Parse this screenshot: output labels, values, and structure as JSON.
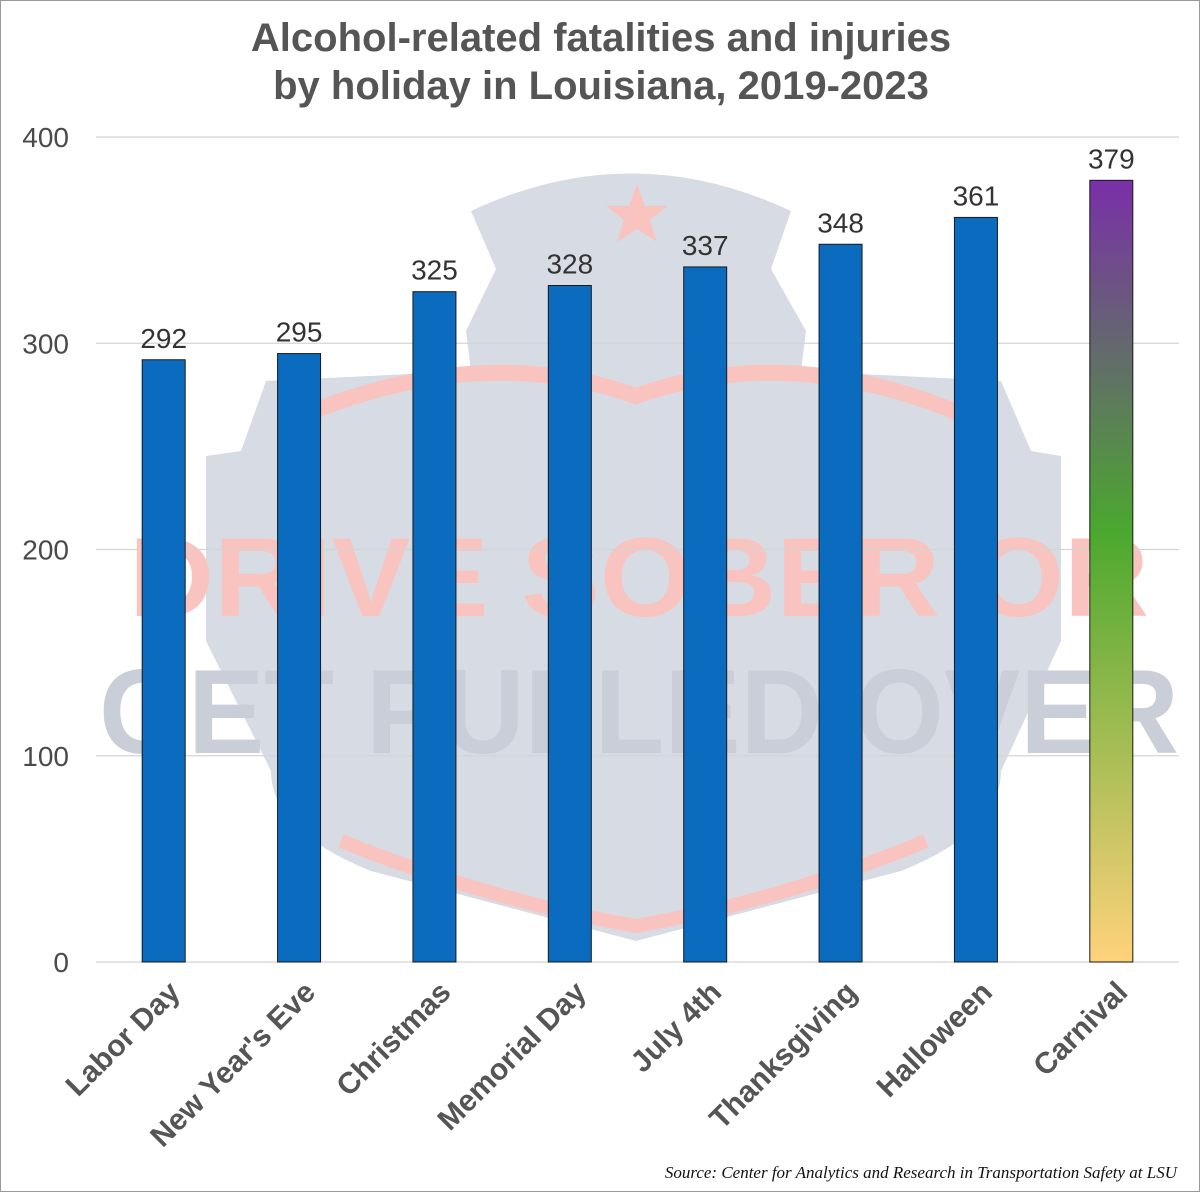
{
  "chart_data": {
    "type": "bar",
    "title": "Alcohol-related fatalities and injuries by holiday in Louisiana, 2019-2023",
    "title_lines": [
      "Alcohol-related fatalities and injuries",
      "by holiday in Louisiana, 2019-2023"
    ],
    "categories": [
      "Labor Day",
      "New Year's Eve",
      "Christmas",
      "Memorial Day",
      "July 4th",
      "Thanksgiving",
      "Halloween",
      "Carnival"
    ],
    "values": [
      292,
      295,
      325,
      328,
      337,
      348,
      361,
      379
    ],
    "data_labels": [
      "292",
      "295",
      "325",
      "328",
      "337",
      "348",
      "361",
      "379"
    ],
    "ylim": [
      0,
      400
    ],
    "yticks": [
      0,
      100,
      200,
      300,
      400
    ],
    "ytick_labels": [
      "0",
      "100",
      "200",
      "300",
      "400"
    ],
    "grid": true,
    "xlabel": "",
    "ylabel": "",
    "colors": {
      "bar": "#0a6bbf",
      "highlight_gradient": [
        "#ffd27a",
        "#4ba82e",
        "#7a2fa8"
      ],
      "gridline": "#d4d4d4",
      "watermark_shield": "#d7dbe3",
      "watermark_red": "#f9c4c0"
    }
  },
  "watermark": {
    "line1": "DRIVE SOBER OR",
    "line2": "GET PULLED OVER"
  },
  "source": "Source: Center for Analytics and Research in Transportation Safety at LSU"
}
